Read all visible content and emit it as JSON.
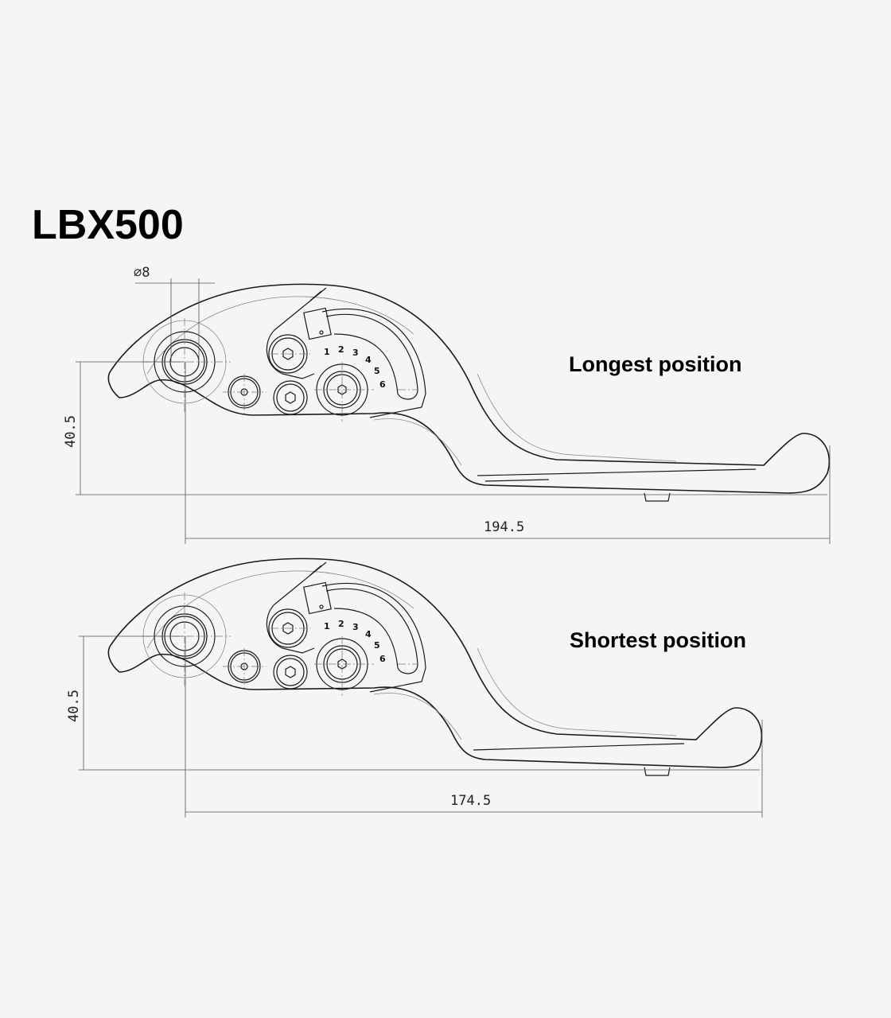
{
  "title": "LBX500",
  "dial_numbers": [
    "1",
    "2",
    "3",
    "4",
    "5",
    "6"
  ],
  "longest": {
    "label": "Longest position",
    "diameter": "∅8",
    "height": "40.5",
    "length": "194.5"
  },
  "shortest": {
    "label": "Shortest position",
    "height": "40.5",
    "length": "174.5"
  }
}
